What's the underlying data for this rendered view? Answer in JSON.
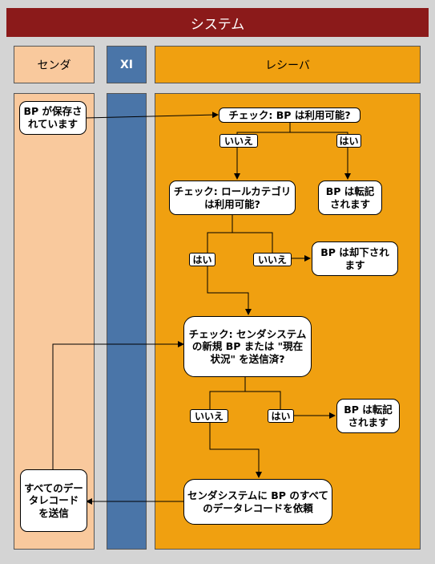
{
  "title": "システム",
  "lanes": {
    "sender": "センダ",
    "xi": "XI",
    "receiver": "レシーバ"
  },
  "nodes": {
    "bp_saved": "BP が保存されています",
    "check_bp": "チェック: BP は利用可能?",
    "check_role": "チェック: ロールカテゴリは利用可能?",
    "bp_posted_1": "BP は転記されます",
    "bp_rejected": "BP は却下されます",
    "check_sender": "チェック: センダシステムの新規 BP または \"現在状況\" を送信済?",
    "bp_posted_2": "BP は転記されます",
    "request_all": "センダシステムに BP のすべてのデータレコードを依頼",
    "send_all": "すべてのデータレコードを送信"
  },
  "labels": {
    "no1": "いいえ",
    "yes1": "はい",
    "yes2": "はい",
    "no2": "いいえ",
    "no3": "いいえ",
    "yes3": "はい"
  }
}
